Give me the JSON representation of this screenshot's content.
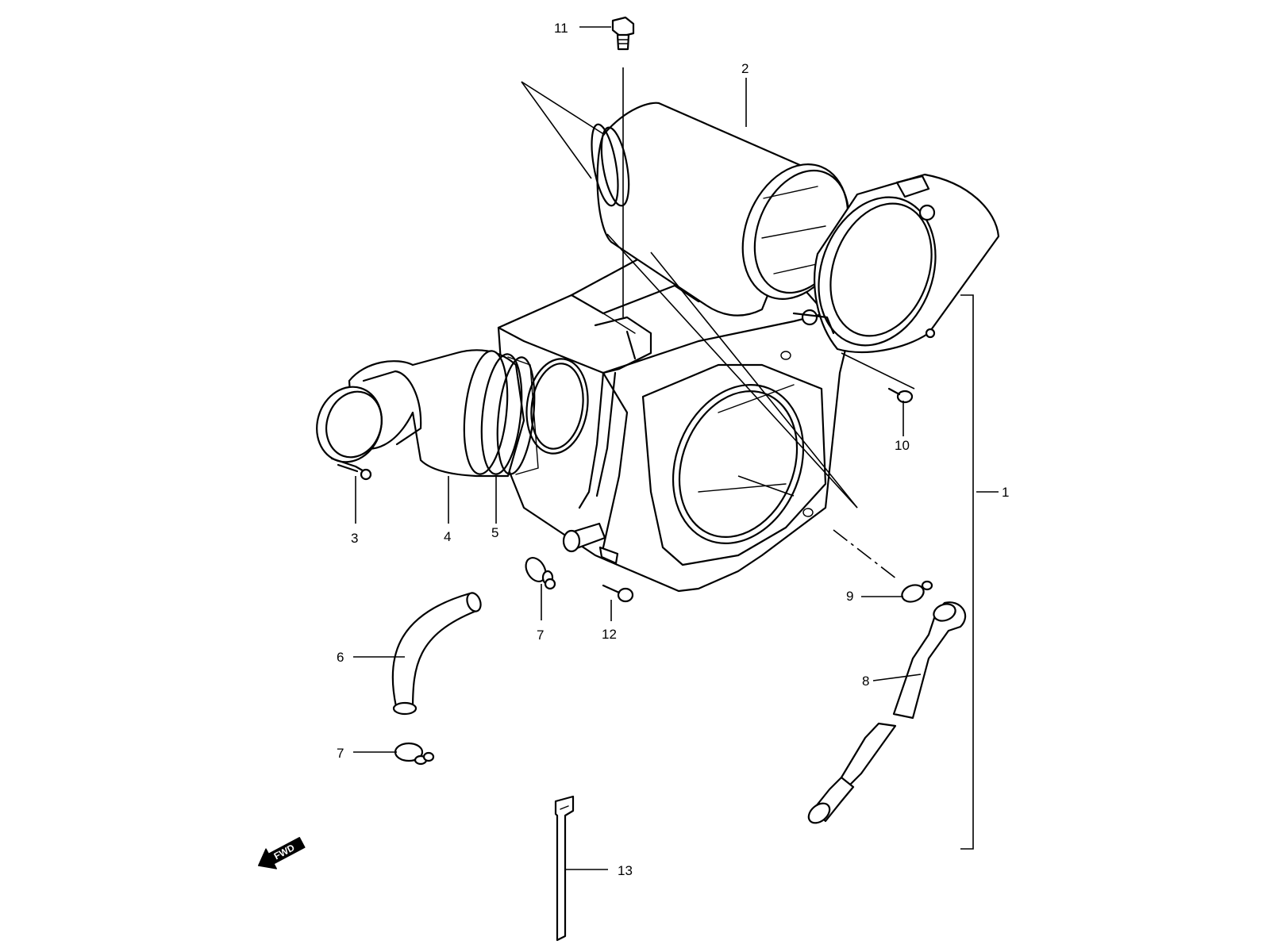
{
  "callouts": [
    {
      "id": "c1",
      "text": "1"
    },
    {
      "id": "c2",
      "text": "2"
    },
    {
      "id": "c3",
      "text": "3"
    },
    {
      "id": "c4",
      "text": "4"
    },
    {
      "id": "c5",
      "text": "5"
    },
    {
      "id": "c6",
      "text": "6"
    },
    {
      "id": "c7a",
      "text": "7"
    },
    {
      "id": "c7b",
      "text": "7"
    },
    {
      "id": "c8",
      "text": "8"
    },
    {
      "id": "c9",
      "text": "9"
    },
    {
      "id": "c10",
      "text": "10"
    },
    {
      "id": "c11",
      "text": "11"
    },
    {
      "id": "c12",
      "text": "12"
    },
    {
      "id": "c13",
      "text": "13"
    }
  ],
  "fwd_label": "FWD",
  "colors": {
    "line": "#000000",
    "background": "#ffffff"
  }
}
